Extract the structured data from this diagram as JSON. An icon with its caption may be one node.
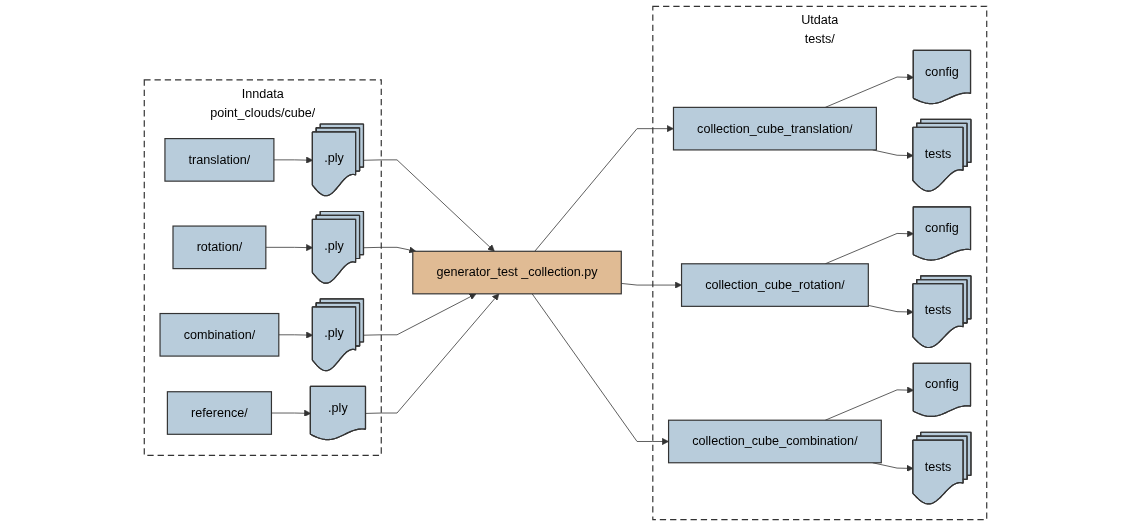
{
  "diagram": {
    "nodes": [
      {
        "text": [
          "Inndata",
          "point_clouds/cube/"
        ]
      },
      {
        "text": [
          "translation/"
        ],
        "in": 0
      },
      {
        "text": [
          ".ply"
        ],
        "in": 0
      },
      {
        "text": [
          "rotation/"
        ],
        "in": 0
      },
      {
        "text": [
          ".ply"
        ],
        "in": 0
      },
      {
        "text": [
          "combination/"
        ],
        "in": 0
      },
      {
        "text": [
          ".ply"
        ],
        "in": 0
      },
      {
        "text": [
          "reference/"
        ],
        "in": 0
      },
      {
        "text": [
          ".ply"
        ],
        "in": 0
      },
      {
        "text": [
          "generator_test _collection.py"
        ]
      },
      {
        "text": [
          "Utdata",
          "tests/"
        ]
      },
      {
        "text": [
          "collection_cube_translation/"
        ],
        "in": 10
      },
      {
        "text": [
          "config"
        ],
        "in": 10
      },
      {
        "text": [
          "tests"
        ],
        "in": 10
      },
      {
        "text": [
          "collection_cube_rotation/"
        ],
        "in": 10
      },
      {
        "text": [
          "config"
        ],
        "in": 10
      },
      {
        "text": [
          "tests"
        ],
        "in": 10
      },
      {
        "text": [
          "collection_cube_combination/"
        ],
        "in": 10
      },
      {
        "text": [
          "config"
        ],
        "in": 10
      },
      {
        "text": [
          "tests"
        ],
        "in": 10
      }
    ],
    "edges": [
      {
        "from": 1,
        "to": 2,
        "arrow": "to"
      },
      {
        "from": 3,
        "to": 4,
        "arrow": "to"
      },
      {
        "from": 5,
        "to": 6,
        "arrow": "to"
      },
      {
        "from": 7,
        "to": 8,
        "arrow": "to"
      },
      {
        "from": 2,
        "to": 9,
        "arrow": "to"
      },
      {
        "from": 4,
        "to": 9,
        "arrow": "to"
      },
      {
        "from": 6,
        "to": 9,
        "arrow": "to"
      },
      {
        "from": 8,
        "to": 9,
        "arrow": "to"
      },
      {
        "from": 9,
        "to": 11,
        "arrow": "to"
      },
      {
        "from": 9,
        "to": 14,
        "arrow": "to"
      },
      {
        "from": 9,
        "to": 17,
        "arrow": "to"
      },
      {
        "from": 11,
        "to": 12,
        "arrow": "to"
      },
      {
        "from": 11,
        "to": 13,
        "arrow": "to"
      },
      {
        "from": 14,
        "to": 15,
        "arrow": "to"
      },
      {
        "from": 14,
        "to": 16,
        "arrow": "to"
      },
      {
        "from": 17,
        "to": 18,
        "arrow": "to"
      },
      {
        "from": 17,
        "to": 19,
        "arrow": "to"
      }
    ]
  }
}
